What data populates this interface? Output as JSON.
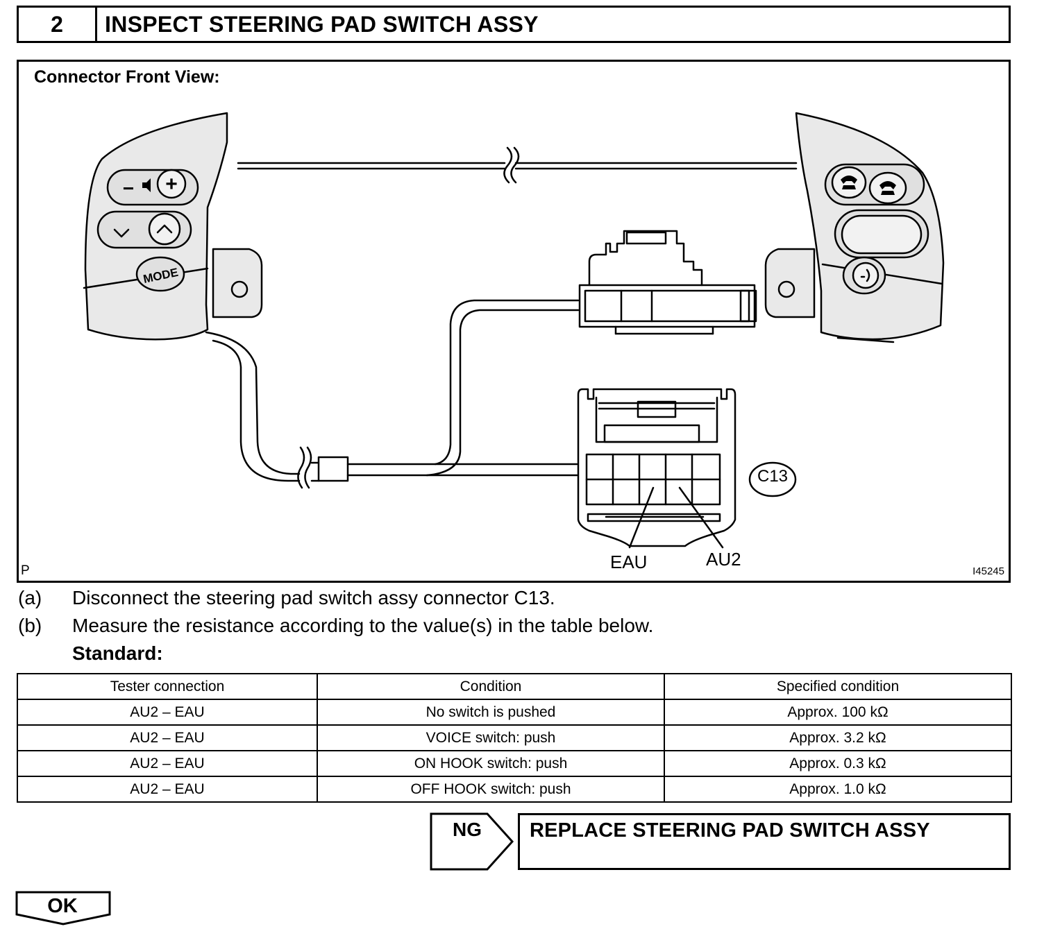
{
  "step": {
    "number": "2",
    "title": "INSPECT STEERING PAD SWITCH ASSY"
  },
  "figure": {
    "caption": "Connector Front View:",
    "corner_mark": "P",
    "illustration_id": "I45245",
    "connector_label": "C13",
    "terminal_labels": [
      "EAU",
      "AU2"
    ],
    "button_labels": {
      "mode": "MODE",
      "plus": "+",
      "minus": "−"
    }
  },
  "instructions": [
    {
      "marker": "(a)",
      "text": "Disconnect the steering pad switch assy connector C13."
    },
    {
      "marker": "(b)",
      "text": "Measure the resistance according to the value(s) in the table below."
    }
  ],
  "standard_label": "Standard:",
  "table": {
    "headers": [
      "Tester connection",
      "Condition",
      "Specified condition"
    ],
    "rows": [
      [
        "AU2 – EAU",
        "No switch is pushed",
        "Approx. 100 kΩ"
      ],
      [
        "AU2 – EAU",
        "VOICE switch: push",
        "Approx. 3.2 kΩ"
      ],
      [
        "AU2 – EAU",
        "ON HOOK switch: push",
        "Approx. 0.3 kΩ"
      ],
      [
        "AU2 – EAU",
        "OFF HOOK switch: push",
        "Approx. 1.0 kΩ"
      ]
    ]
  },
  "ng": {
    "label": "NG",
    "action": "REPLACE STEERING PAD SWITCH ASSY"
  },
  "ok": {
    "label": "OK"
  }
}
